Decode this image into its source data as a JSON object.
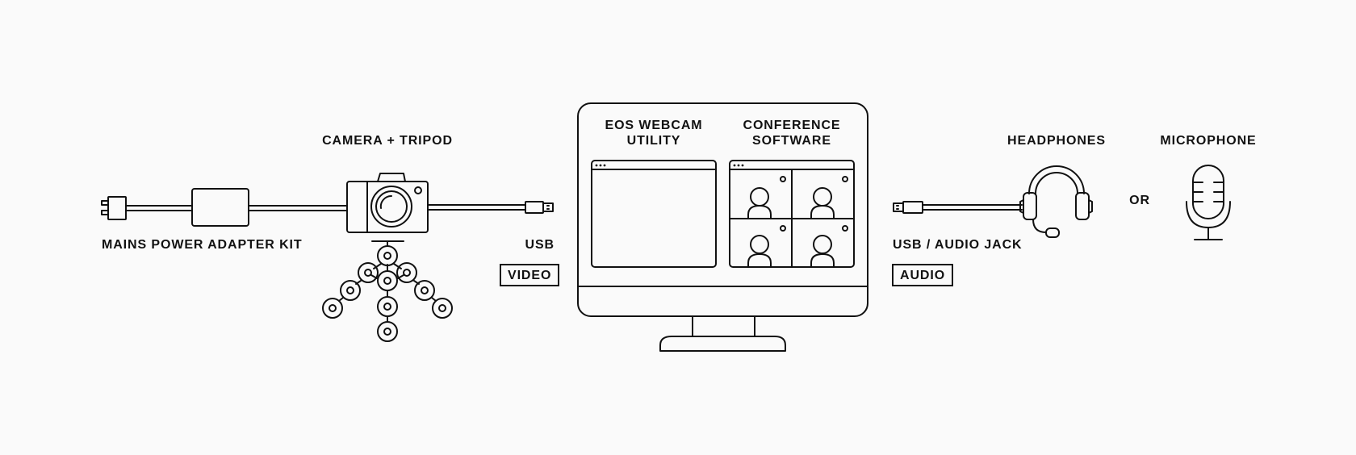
{
  "labels": {
    "mains_power": "MAINS POWER ADAPTER KIT",
    "camera_tripod": "CAMERA + TRIPOD",
    "usb": "USB",
    "video": "VIDEO",
    "eos_webcam_line1": "EOS WEBCAM",
    "eos_webcam_line2": "UTILITY",
    "conference_line1": "CONFERENCE",
    "conference_line2": "SOFTWARE",
    "usb_audio_jack": "USB / AUDIO JACK",
    "audio": "AUDIO",
    "headphones": "HEADPHONES",
    "or": "OR",
    "microphone": "MICROPHONE"
  },
  "colors": {
    "stroke": "#111111",
    "background": "#fafafa"
  }
}
